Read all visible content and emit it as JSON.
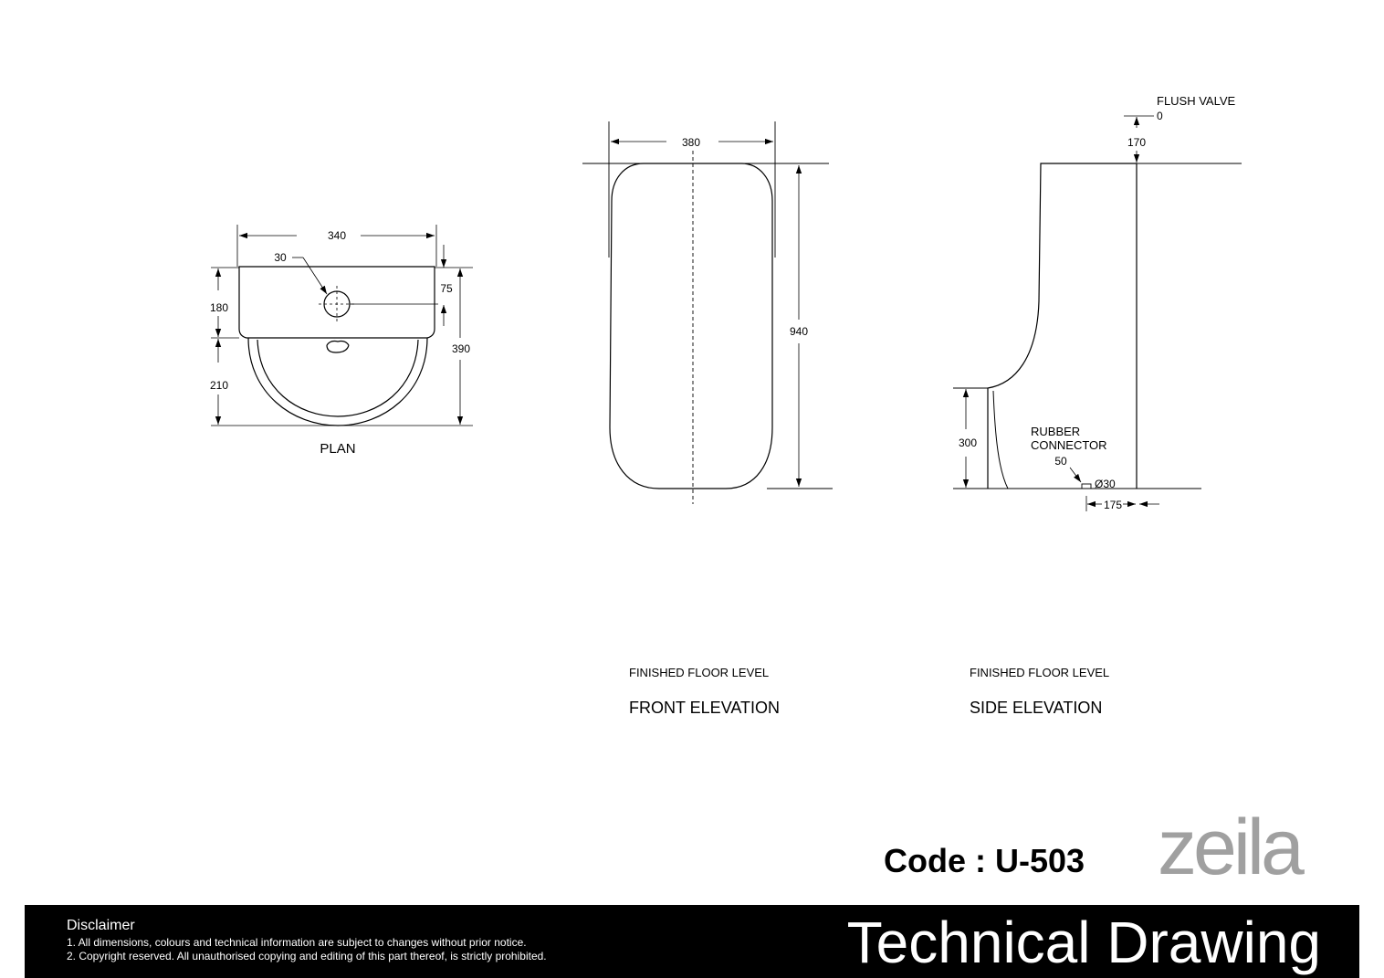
{
  "plan": {
    "title": "PLAN",
    "dim_width": "340",
    "dim_hole": "30",
    "dim_hole_offset": "75",
    "dim_front_depth": "180",
    "dim_bowl_depth": "210",
    "dim_total_depth": "390"
  },
  "front_elevation": {
    "title": "FRONT ELEVATION",
    "floor_label": "FINISHED FLOOR LEVEL",
    "dim_width": "380",
    "dim_height": "940"
  },
  "side_elevation": {
    "title": "SIDE ELEVATION",
    "floor_label": "FINISHED FLOOR LEVEL",
    "flush_valve_label": "FLUSH VALVE",
    "dim_valve_zero": "0",
    "dim_valve_height": "170",
    "dim_outlet_height": "300",
    "connector_label_line1": "RUBBER",
    "connector_label_line2": "CONNECTOR",
    "dim_connector": "50",
    "dim_connector_dia": "Ø30",
    "dim_connector_offset": "175"
  },
  "product": {
    "code": "Code : U-503",
    "brand": "zeila"
  },
  "footer": {
    "disclaimer_title": "Disclaimer",
    "disclaimer_1": "1. All dimensions, colours and technical information are subject to changes without prior notice.",
    "disclaimer_2": "2. Copyright reserved. All unauthorised copying and editing of this part thereof, is strictly prohibited.",
    "heading": "Technical Drawing"
  }
}
